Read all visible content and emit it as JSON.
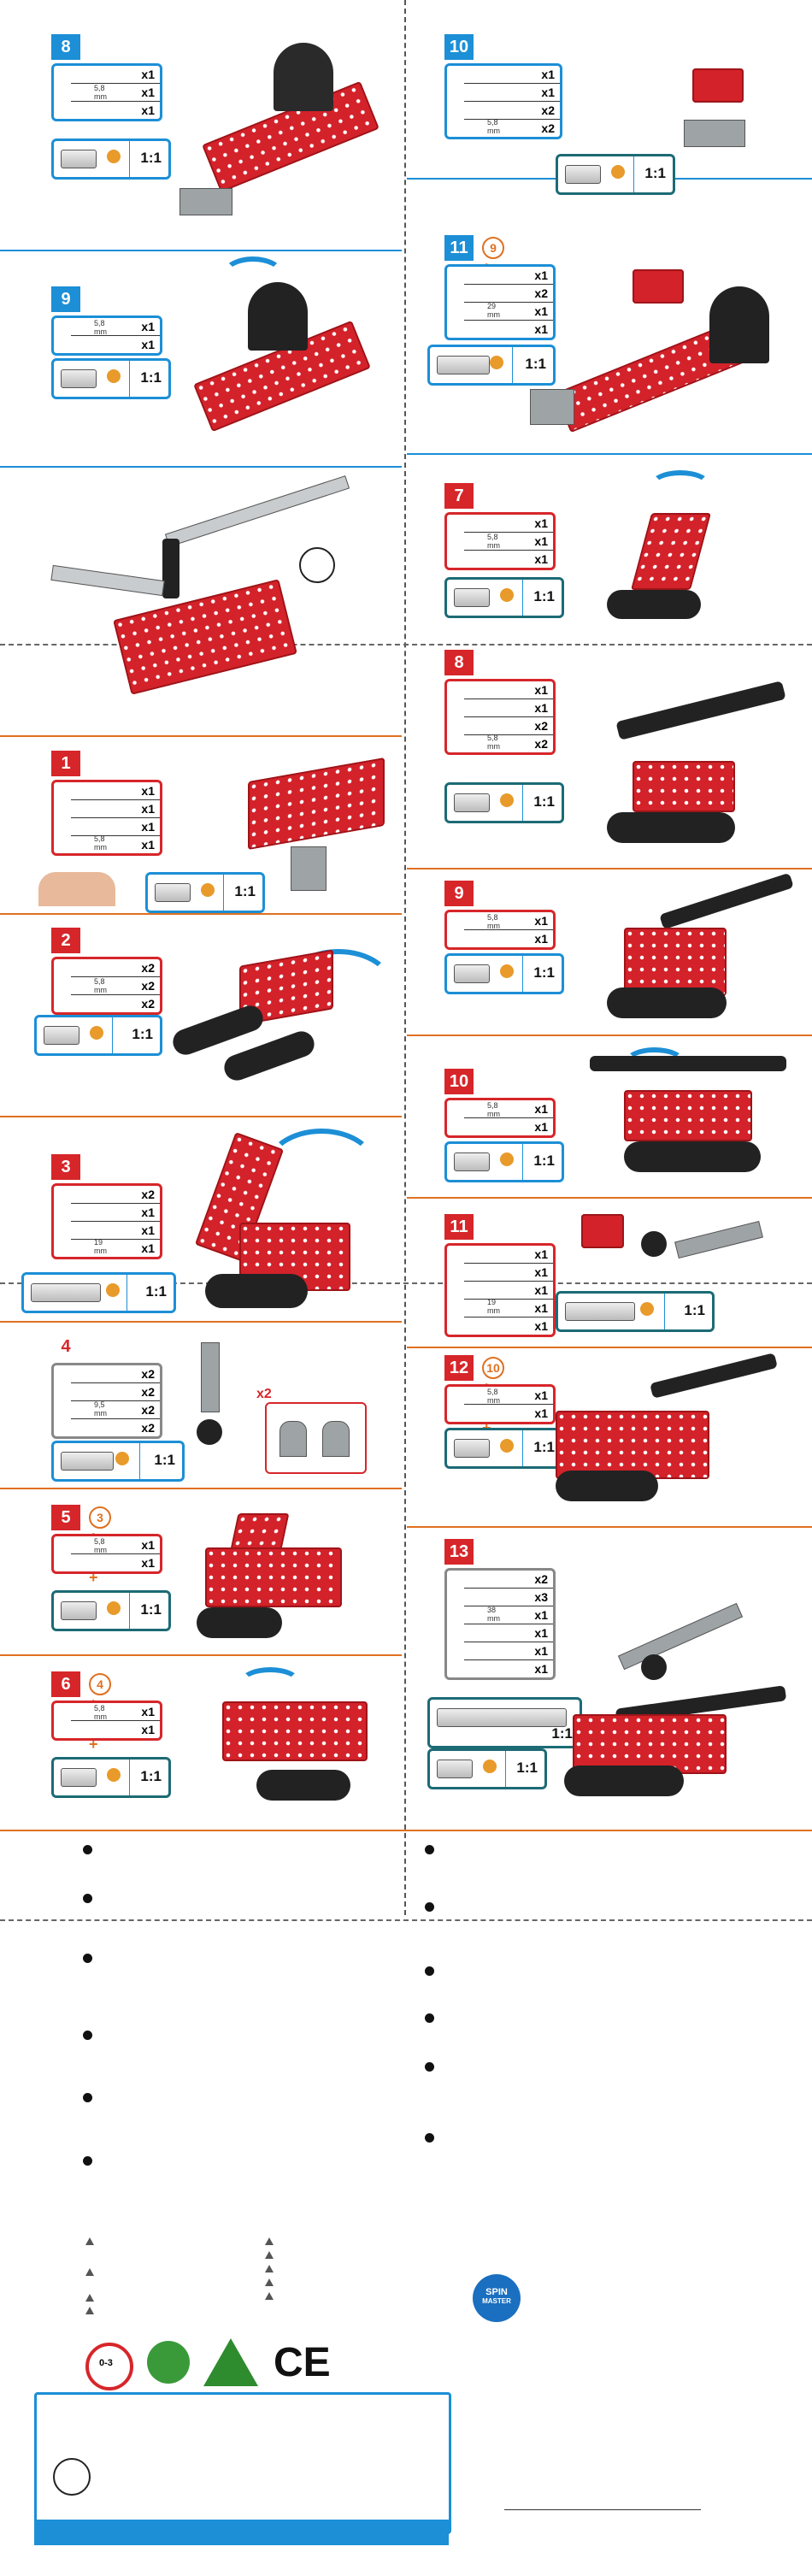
{
  "steps_left_top": [
    {
      "num": "8",
      "qty": [
        "x1",
        "x1",
        "x1"
      ],
      "spec": "5,8 mm",
      "ratio": "1:1"
    },
    {
      "num": "9",
      "qty": [
        "x1",
        "x1"
      ],
      "spec": "5,8 mm",
      "ratio": "1:1"
    }
  ],
  "steps_right_top": [
    {
      "num": "10",
      "qty": [
        "x1",
        "x1",
        "x2",
        "x2"
      ],
      "spec": "5,8 mm",
      "ratio": "1:1"
    },
    {
      "num": "11",
      "ref_a": "9",
      "ref_b": "10",
      "qty": [
        "x1",
        "x2",
        "x1",
        "x1"
      ],
      "spec": "29 mm",
      "ratio": "1:1"
    }
  ],
  "steps_left_bottom": [
    {
      "num": "1",
      "qty": [
        "x1",
        "x1",
        "x1",
        "x1"
      ],
      "spec": "5,8 mm",
      "ratio": "1:1"
    },
    {
      "num": "2",
      "qty": [
        "x2",
        "x2",
        "x2"
      ],
      "spec": "5,8 mm",
      "ratio": "1:1"
    },
    {
      "num": "3",
      "qty": [
        "x2",
        "x1",
        "x1",
        "x1"
      ],
      "spec": "19 mm",
      "ratio": "1:1"
    },
    {
      "num": "4",
      "qty": [
        "x2",
        "x2",
        "x2",
        "x2"
      ],
      "spec": "9,5 mm",
      "ratio": "1:1",
      "multiplier": "x2"
    },
    {
      "num": "5",
      "ref_a": "3",
      "ref_b": "4",
      "qty": [
        "x1",
        "x1"
      ],
      "spec": "5,8 mm",
      "ratio": "1:1"
    },
    {
      "num": "6",
      "ref_a": "4",
      "ref_b": "5",
      "qty": [
        "x1",
        "x1"
      ],
      "spec": "5,8 mm",
      "ratio": "1:1"
    }
  ],
  "steps_right_bottom": [
    {
      "num": "7",
      "qty": [
        "x1",
        "x1",
        "x1"
      ],
      "spec": "5,8 mm",
      "ratio": "1:1"
    },
    {
      "num": "8",
      "qty": [
        "x1",
        "x1",
        "x2",
        "x2"
      ],
      "spec": "5,8 mm",
      "ratio": "1:1"
    },
    {
      "num": "9",
      "qty": [
        "x1",
        "x1"
      ],
      "spec": "5,8 mm",
      "ratio": "1:1"
    },
    {
      "num": "10",
      "qty": [
        "x1",
        "x1"
      ],
      "spec": "5,8 mm",
      "ratio": "1:1"
    },
    {
      "num": "11",
      "qty": [
        "x1",
        "x1",
        "x1",
        "x1",
        "x1"
      ],
      "spec": "19 mm",
      "ratio": "1:1"
    },
    {
      "num": "12",
      "ref_a": "10",
      "ref_b": "11",
      "qty": [
        "x1",
        "x1"
      ],
      "spec": "5,8 mm",
      "ratio": "1:1"
    },
    {
      "num": "13",
      "qty": [
        "x2",
        "x3",
        "x1",
        "x1",
        "x1",
        "x1"
      ],
      "spec": "38 mm",
      "ratio": "1:1",
      "ratio2": "1:1"
    }
  ],
  "brand": {
    "line1": "SPIN",
    "line2": "MASTER"
  },
  "marks": {
    "ce": "CE",
    "age": "0-3"
  },
  "colors": {
    "accent_blue": "#1c8fd6",
    "accent_red": "#d6262a",
    "accent_orange": "#e07020"
  }
}
